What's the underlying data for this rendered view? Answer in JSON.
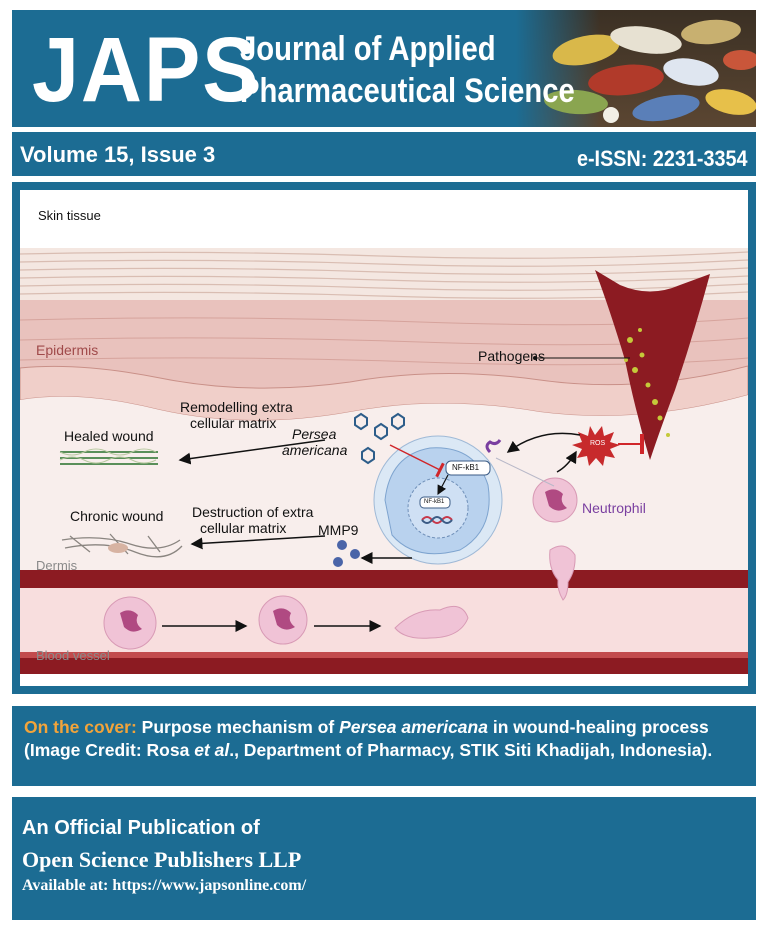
{
  "header": {
    "logo": "JAPS",
    "journal_line1": "Journal of Applied",
    "journal_line2": "Pharmaceutical Science"
  },
  "issue_bar": {
    "volume": "Volume 15, Issue 3",
    "eissn": "e-ISSN: 2231-3354"
  },
  "figure": {
    "skin_tissue": "Skin tissue",
    "epidermis": "Epidermis",
    "dermis": "Dermis",
    "blood_vessel": "Blood vessel",
    "pathogens": "Pathogens",
    "remodelling_1": "Remodelling extra",
    "remodelling_2": "cellular matrix",
    "persea_1": "Persea",
    "persea_2": "americana",
    "healed_wound": "Healed wound",
    "chronic_wound": "Chronic wound",
    "destruction_1": "Destruction of extra",
    "destruction_2": "cellular matrix",
    "mmp9": "MMP9",
    "nfkb1_outer": "NF-kB1",
    "nfkb1_inner": "NF-kB1",
    "ros": "ROS",
    "neutrophil": "Neutrophil"
  },
  "caption": {
    "prefix": "On the cover:",
    "part1": " Purpose mechanism of ",
    "species": "Persea americana",
    "part2": " in wound-healing process",
    "line2a": "(Image Credit: Rosa ",
    "etal": "et al",
    "line2b": "., Department of Pharmacy, STIK Siti Khadijah, Indonesia)."
  },
  "footer": {
    "line1": "An Official Publication of",
    "line2": "Open Science Publishers LLP",
    "line3": "Available at: https://www.japsonline.com/"
  },
  "colors": {
    "brand_blue": "#1c6c93",
    "caption_highlight": "#f2a43a",
    "neutrophil_label": "#7a3fa0"
  }
}
